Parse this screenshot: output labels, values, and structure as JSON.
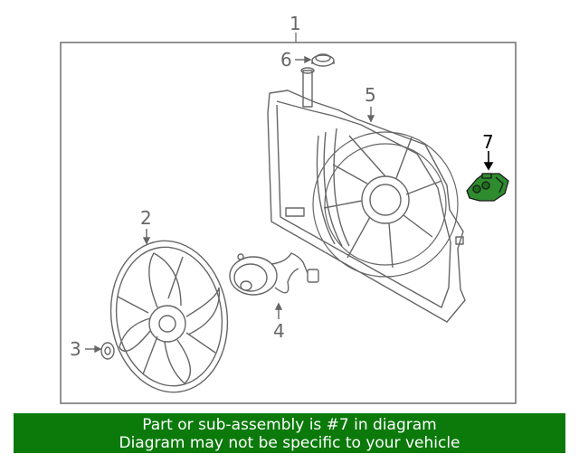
{
  "callouts": {
    "assembly": "1",
    "fan_blade": "2",
    "screw": "3",
    "motor": "4",
    "shroud": "5",
    "cap": "6",
    "resistor": "7"
  },
  "banner": {
    "line1": "Part or sub-assembly is #7 in diagram",
    "line2": "Diagram may not be specific to your vehicle"
  },
  "colors": {
    "highlight": "#2e8b2e",
    "banner_bg": "#0b7a0b",
    "line": "#777777"
  }
}
